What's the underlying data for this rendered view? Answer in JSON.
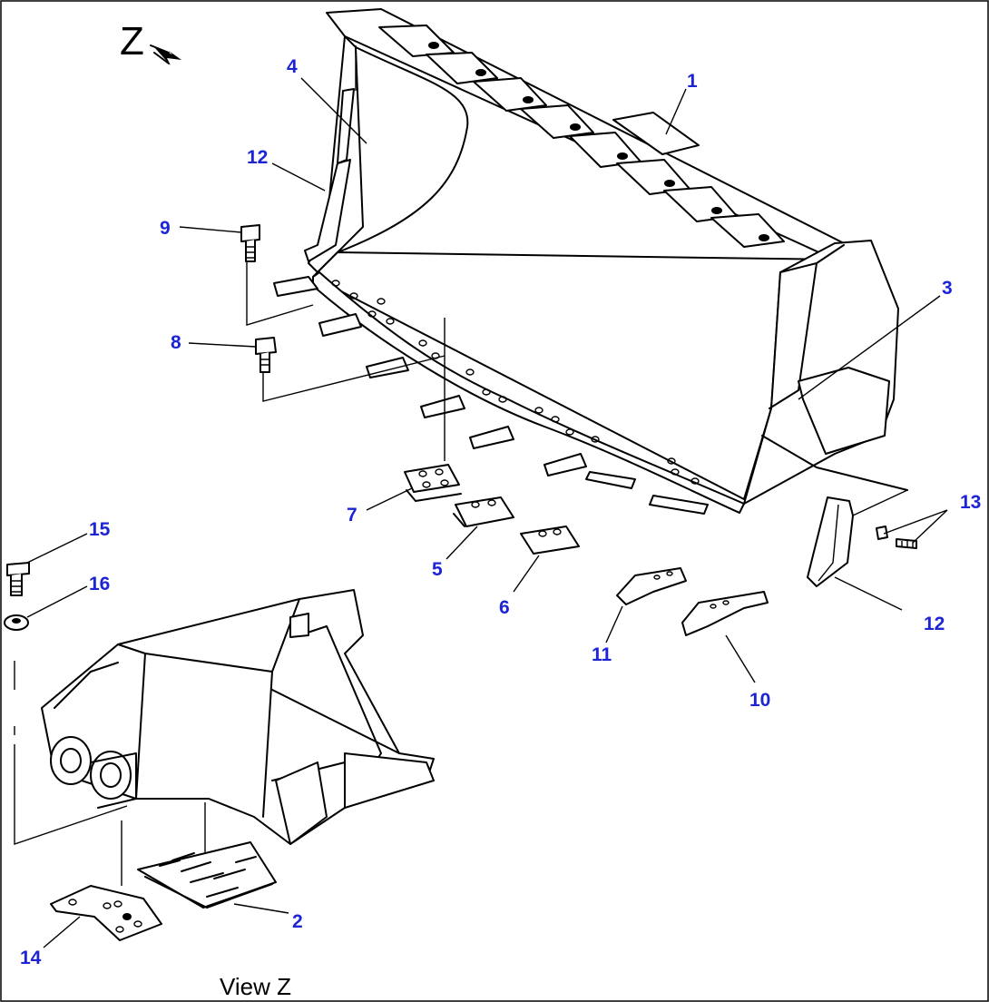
{
  "view_marker": "Z",
  "view_caption": "View Z",
  "callout_color": "#1c24d6",
  "parts": [
    {
      "id": "p1",
      "label": "1"
    },
    {
      "id": "p2",
      "label": "2"
    },
    {
      "id": "p3",
      "label": "3"
    },
    {
      "id": "p4",
      "label": "4"
    },
    {
      "id": "p5",
      "label": "5"
    },
    {
      "id": "p6",
      "label": "6"
    },
    {
      "id": "p7",
      "label": "7"
    },
    {
      "id": "p8",
      "label": "8"
    },
    {
      "id": "p9",
      "label": "9"
    },
    {
      "id": "p10",
      "label": "10"
    },
    {
      "id": "p11",
      "label": "11"
    },
    {
      "id": "p12a",
      "label": "12"
    },
    {
      "id": "p12b",
      "label": "12"
    },
    {
      "id": "p13",
      "label": "13"
    },
    {
      "id": "p14",
      "label": "14"
    },
    {
      "id": "p15",
      "label": "15"
    },
    {
      "id": "p16",
      "label": "16"
    }
  ]
}
